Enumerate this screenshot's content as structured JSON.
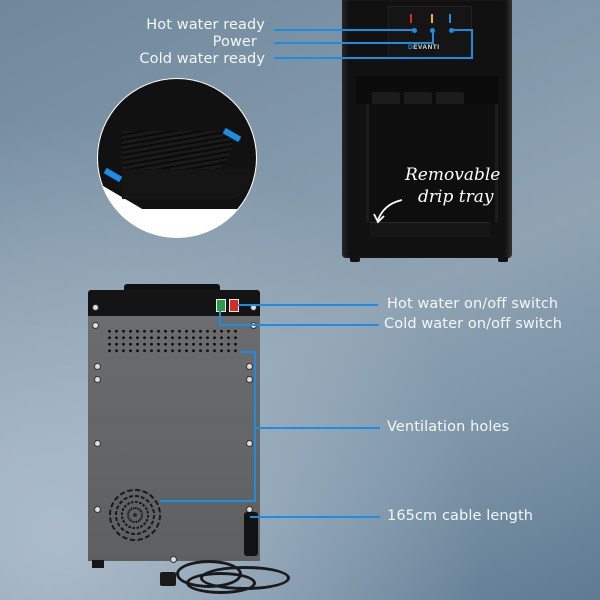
{
  "brand": {
    "logo_initial": "D",
    "logo_rest": "EVANTI"
  },
  "front_panel": {
    "indicator_colors": {
      "hot": "#d62b2b",
      "power": "#e8b913",
      "cold": "#1c8de0"
    },
    "callouts": [
      {
        "id": "hot-water-ready",
        "label": "Hot water ready"
      },
      {
        "id": "power",
        "label": "Power"
      },
      {
        "id": "cold-water-ready",
        "label": "Cold water ready"
      }
    ],
    "annotation": {
      "line1": "Removable",
      "line2": "drip tray"
    }
  },
  "back_panel": {
    "switch_colors": {
      "cold": "#2d9a4a",
      "hot": "#d62b2b"
    },
    "callouts": [
      {
        "id": "hot-water-switch",
        "label": "Hot water on/off switch"
      },
      {
        "id": "cold-water-switch",
        "label": "Cold water on/off switch"
      },
      {
        "id": "ventilation",
        "label": "Ventilation holes"
      },
      {
        "id": "cable",
        "label": "165cm cable length"
      }
    ]
  },
  "accent_color": "#1c8de0"
}
